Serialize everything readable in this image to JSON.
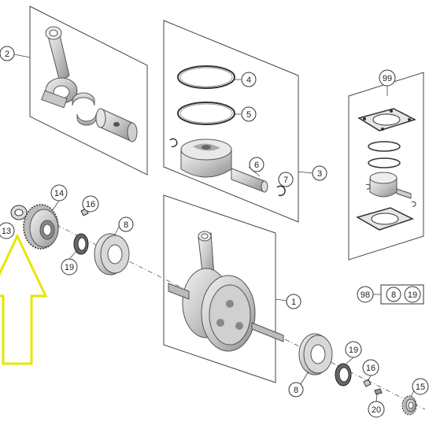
{
  "callouts": {
    "c1": "1",
    "c2": "2",
    "c3": "3",
    "c4": "4",
    "c5": "5",
    "c6": "6",
    "c7": "7",
    "c8a": "8",
    "c8b": "8",
    "c13": "13",
    "c14": "14",
    "c15": "15",
    "c16a": "16",
    "c16b": "16",
    "c19a": "19",
    "c19b": "19",
    "c20": "20",
    "c99": "99",
    "kit98": "98",
    "kit98_8": "8",
    "kit98_19": "19"
  },
  "colors": {
    "highlight_arrow": "#ffff00",
    "highlight_outline": "#e6e600",
    "part_fill": "#d8d8d8",
    "part_dark": "#9a9a9a"
  },
  "icons": {
    "arrow": "up-arrow-icon"
  }
}
